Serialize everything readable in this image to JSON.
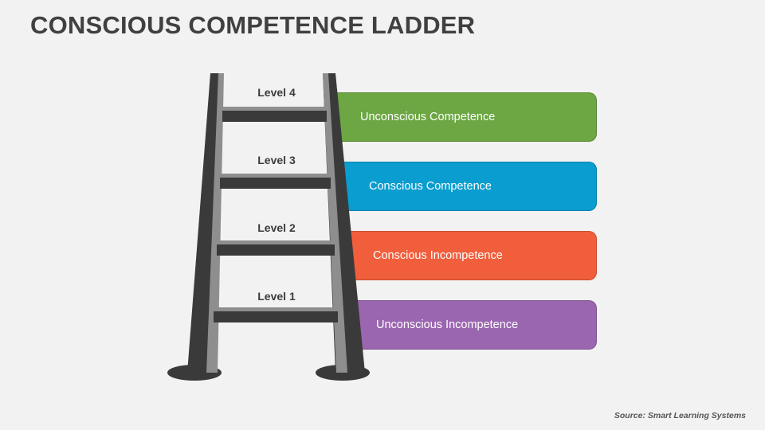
{
  "title": "CONSCIOUS COMPETENCE LADDER",
  "levels": [
    {
      "label": "Level 4",
      "stage": "Unconscious Competence",
      "color": "#6ca743"
    },
    {
      "label": "Level 3",
      "stage": "Conscious Competence",
      "color": "#0a9dcf"
    },
    {
      "label": "Level 2",
      "stage": "Conscious Incompetence",
      "color": "#f15e3c"
    },
    {
      "label": "Level 1",
      "stage": "Unconscious Incompetence",
      "color": "#9b66b0"
    }
  ],
  "source": "Source: Smart Learning Systems"
}
